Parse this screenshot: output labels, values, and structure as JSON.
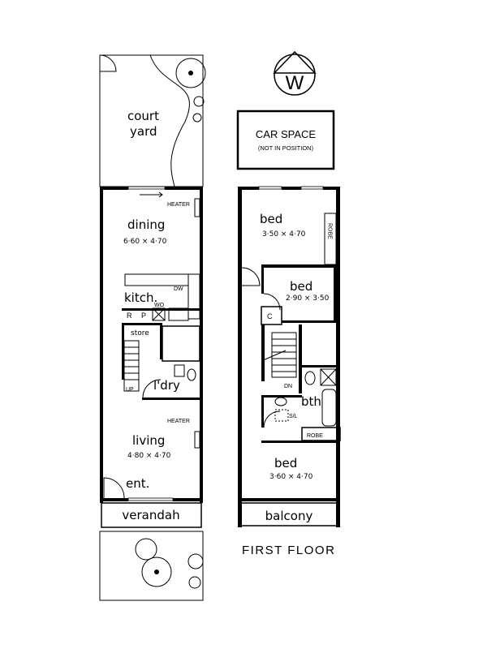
{
  "compass": {
    "letter": "W"
  },
  "car_space": {
    "title": "CAR SPACE",
    "note": "(NOT IN POSITION)"
  },
  "ground_floor": {
    "courtyard": [
      "court",
      "yard"
    ],
    "dining": {
      "name": "dining",
      "size": "6·60 × 4·70",
      "heater": "HEATER"
    },
    "kitchen": {
      "name": "kitch.",
      "dw": "DW",
      "wo": "WO",
      "r": "R",
      "p": "P"
    },
    "store": "store",
    "stairs_up": "UP",
    "laundry": "l'dry",
    "living": {
      "name": "living",
      "size": "4·80 × 4·70",
      "heater": "HEATER"
    },
    "entry": "ent.",
    "verandah": "verandah"
  },
  "first_floor": {
    "title": "FIRST FLOOR",
    "bed1": {
      "name": "bed",
      "size": "3·50 × 4·70",
      "robe": "ROBE"
    },
    "bed2": {
      "name": "bed",
      "size": "2·90 × 3·50"
    },
    "cupboard": "C",
    "stairs_down": "DN",
    "bathroom": "bth",
    "skylight": "S/L",
    "robe2": "ROBE",
    "bed3": {
      "name": "bed",
      "size": "3·60 × 4·70"
    },
    "balcony": "balcony"
  }
}
